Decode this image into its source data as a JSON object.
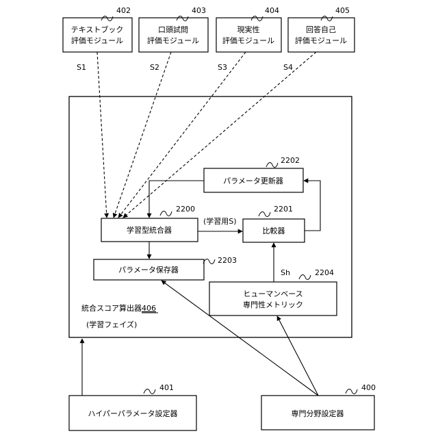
{
  "modules": [
    {
      "line1": "テキストブック",
      "line2": "評価モジュール",
      "ref": "402",
      "signal": "S1"
    },
    {
      "line1": "口頭試問",
      "line2": "評価モジュール",
      "ref": "403",
      "signal": "S2"
    },
    {
      "line1": "現実性",
      "line2": "評価モジュール",
      "ref": "404",
      "signal": "S3"
    },
    {
      "line1": "回答自己",
      "line2": "評価モジュール",
      "ref": "405",
      "signal": "S4"
    }
  ],
  "calculator": {
    "label": "統合スコア算出器",
    "ref": "406",
    "phase": "(学習フェイズ)"
  },
  "param_updater": {
    "label": "パラメータ更新器",
    "ref": "2202"
  },
  "integrator": {
    "label": "学習型統合器",
    "ref": "2200"
  },
  "comparator": {
    "label": "比較器",
    "ref": "2201"
  },
  "param_store": {
    "label": "パラメータ保存器",
    "ref": "2203"
  },
  "human_metric": {
    "line1": "ヒューマンベース",
    "line2": "専門性メトリック",
    "ref": "2204"
  },
  "edge_labels": {
    "learning_s": "(学習用S)",
    "sh": "Sh"
  },
  "hyper_setter": {
    "label": "ハイパーパラメータ設定器",
    "ref": "401"
  },
  "domain_setter": {
    "label": "専門分野設定器",
    "ref": "400"
  }
}
